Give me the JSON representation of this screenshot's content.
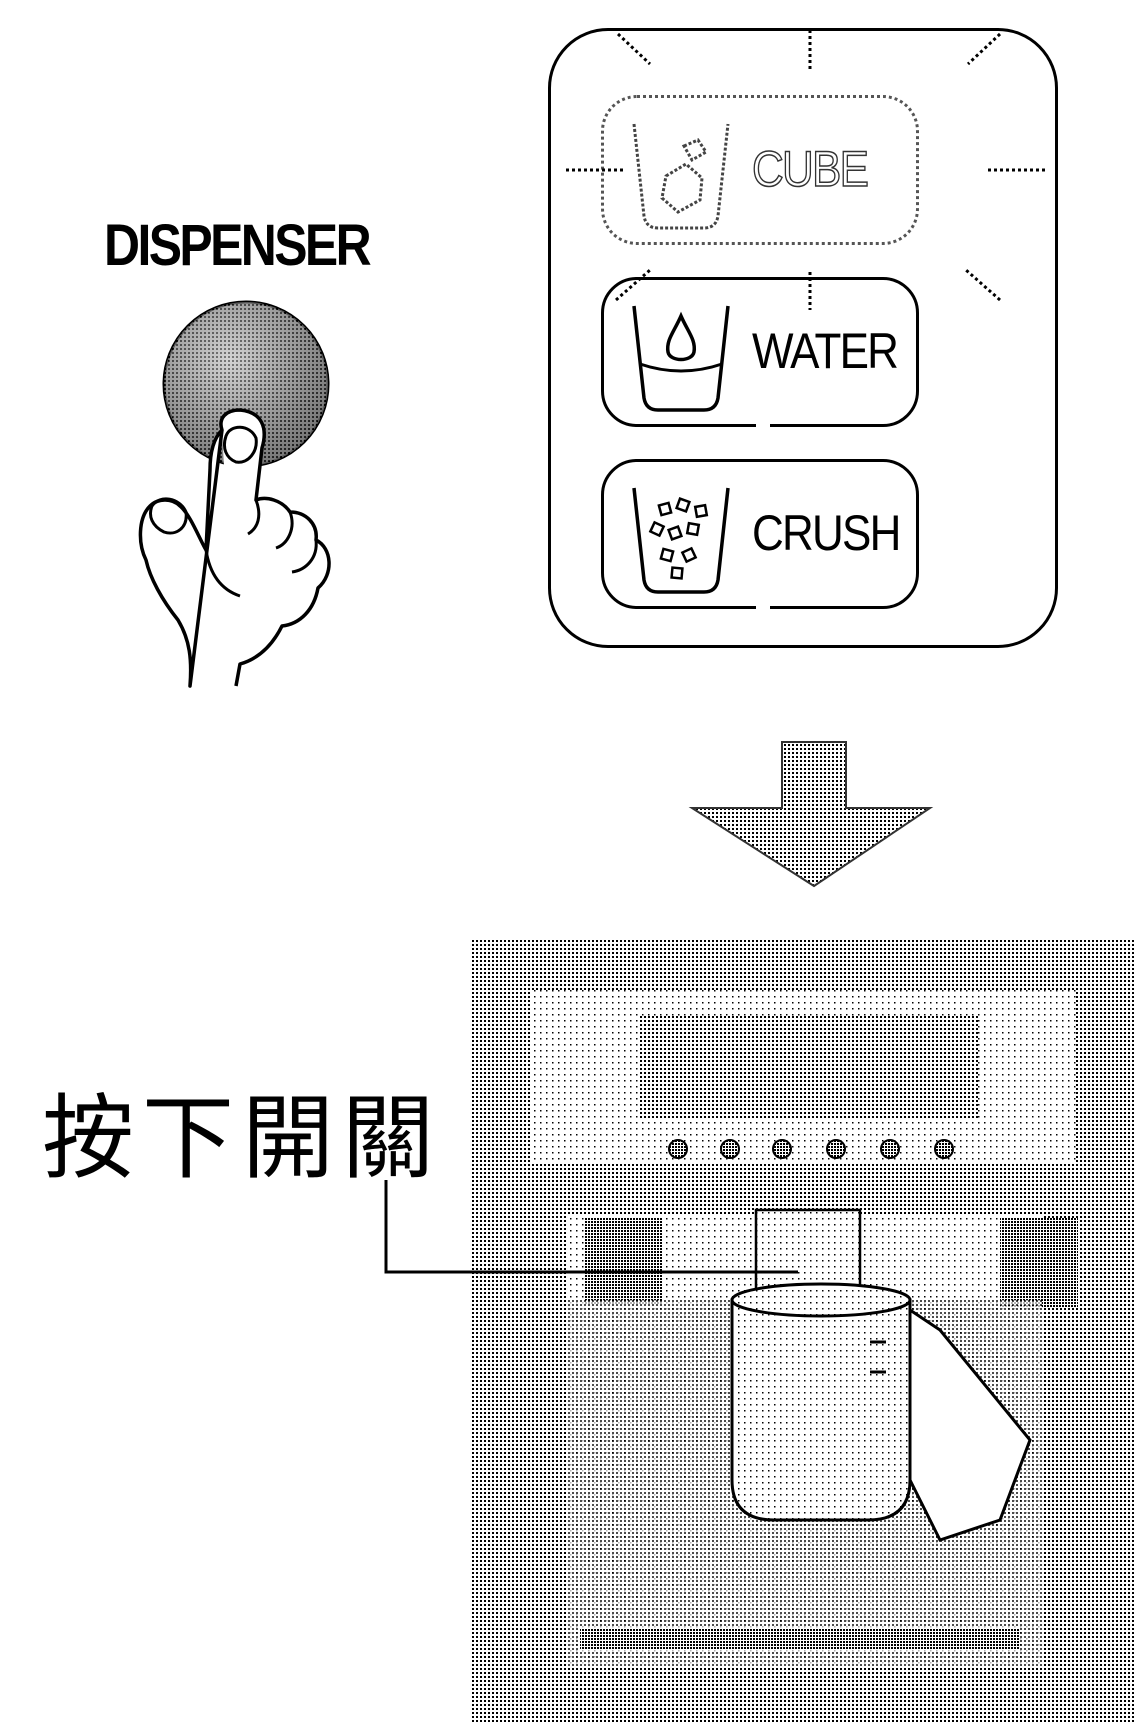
{
  "left": {
    "title": "DISPENSER"
  },
  "panel": {
    "buttons": [
      {
        "label": "CUBE",
        "state": "selected",
        "icon": "ice-cube-cup-icon"
      },
      {
        "label": "WATER",
        "state": "normal",
        "icon": "water-drop-cup-icon"
      },
      {
        "label": "CRUSH",
        "state": "normal",
        "icon": "crushed-ice-cup-icon"
      }
    ]
  },
  "callout": {
    "text": "按下開關"
  },
  "colors": {
    "ink": "#000000",
    "halftone": "#9a9a9a",
    "background": "#ffffff"
  }
}
